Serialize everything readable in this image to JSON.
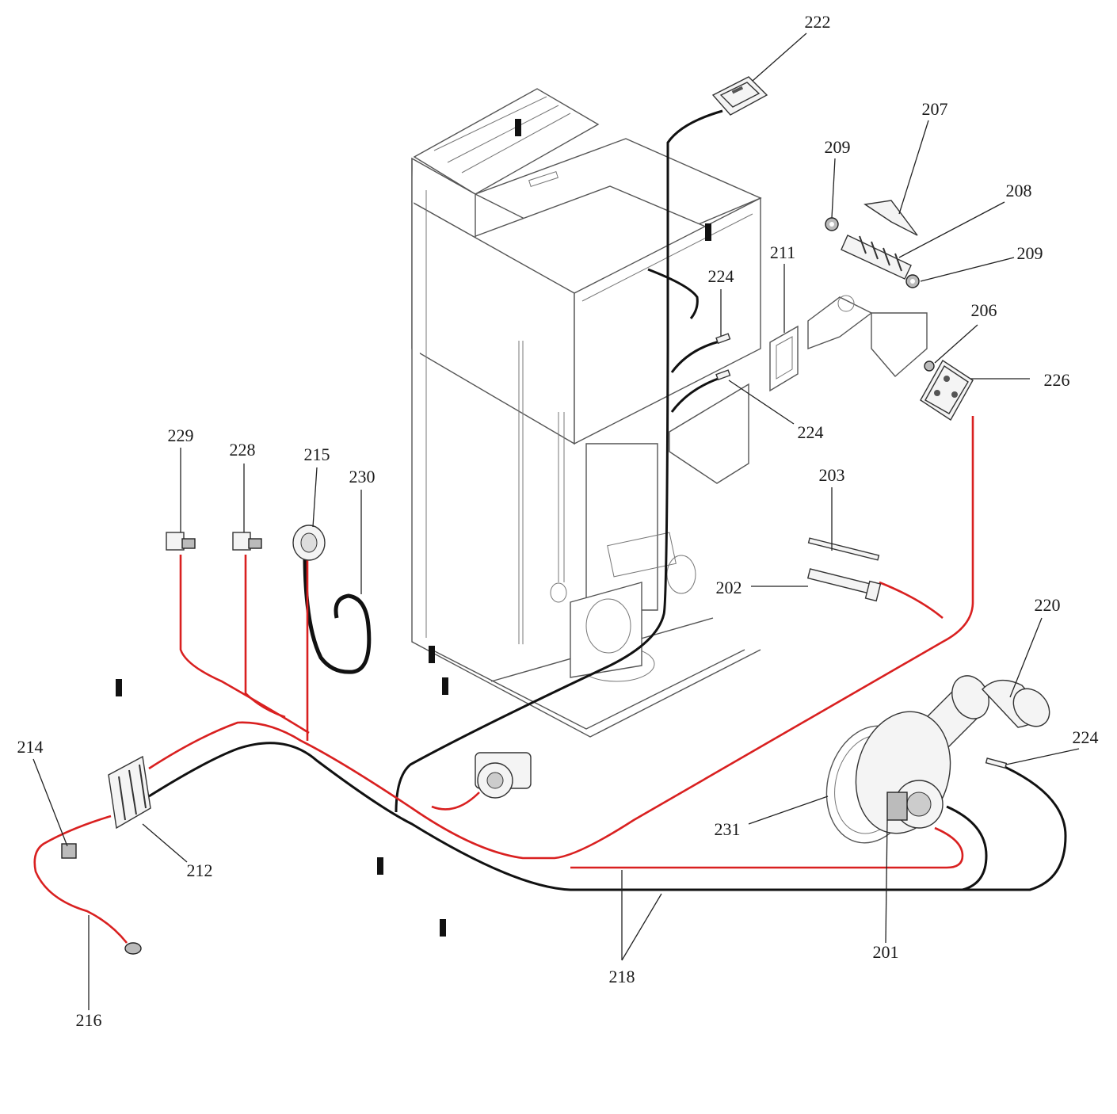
{
  "diagram": {
    "palette": {
      "red_wire": "#d92020",
      "black_wire": "#111111",
      "frame_line": "#555555",
      "leader_line": "#222222",
      "background": "#ffffff"
    },
    "callouts": {
      "c222": "222",
      "c207": "207",
      "c209a": "209",
      "c208": "208",
      "c209b": "209",
      "c211": "211",
      "c224a": "224",
      "c206": "206",
      "c226": "226",
      "c224b": "224",
      "c203": "203",
      "c202": "202",
      "c229": "229",
      "c228": "228",
      "c215": "215",
      "c230": "230",
      "c220": "220",
      "c224c": "224",
      "c214": "214",
      "c212": "212",
      "c231": "231",
      "c201": "201",
      "c218": "218",
      "c216": "216"
    }
  }
}
